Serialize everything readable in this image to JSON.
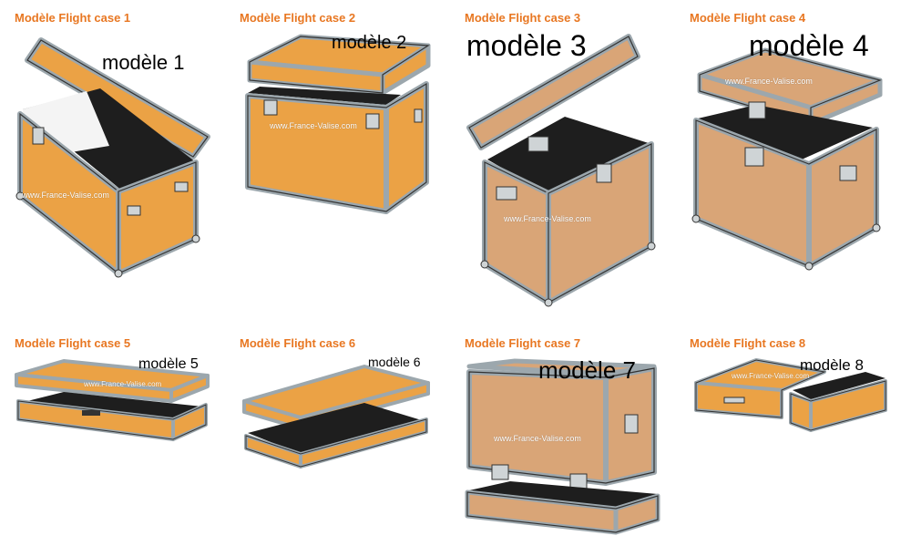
{
  "colors": {
    "title": "#e87722",
    "case_orange": "#eba245",
    "case_tan": "#d9a577",
    "frame": "#9ca7ad",
    "outline": "#333333",
    "dark": "#1e1e1e"
  },
  "watermark": "www.France-Valise.com",
  "models": [
    {
      "title": "Modèle Flight case 1",
      "label": "modèle 1"
    },
    {
      "title": "Modèle Flight case 2",
      "label": "modèle 2"
    },
    {
      "title": "Modèle Flight case 3",
      "label": "modèle 3"
    },
    {
      "title": "Modèle Flight case 4",
      "label": "modèle 4"
    },
    {
      "title": "Modèle Flight case 5",
      "label": "modèle 5"
    },
    {
      "title": "Modèle Flight case 6",
      "label": "modèle 6"
    },
    {
      "title": "Modèle Flight case 7",
      "label": "modèle 7"
    },
    {
      "title": "Modèle Flight case 8",
      "label": "modèle 8"
    }
  ]
}
